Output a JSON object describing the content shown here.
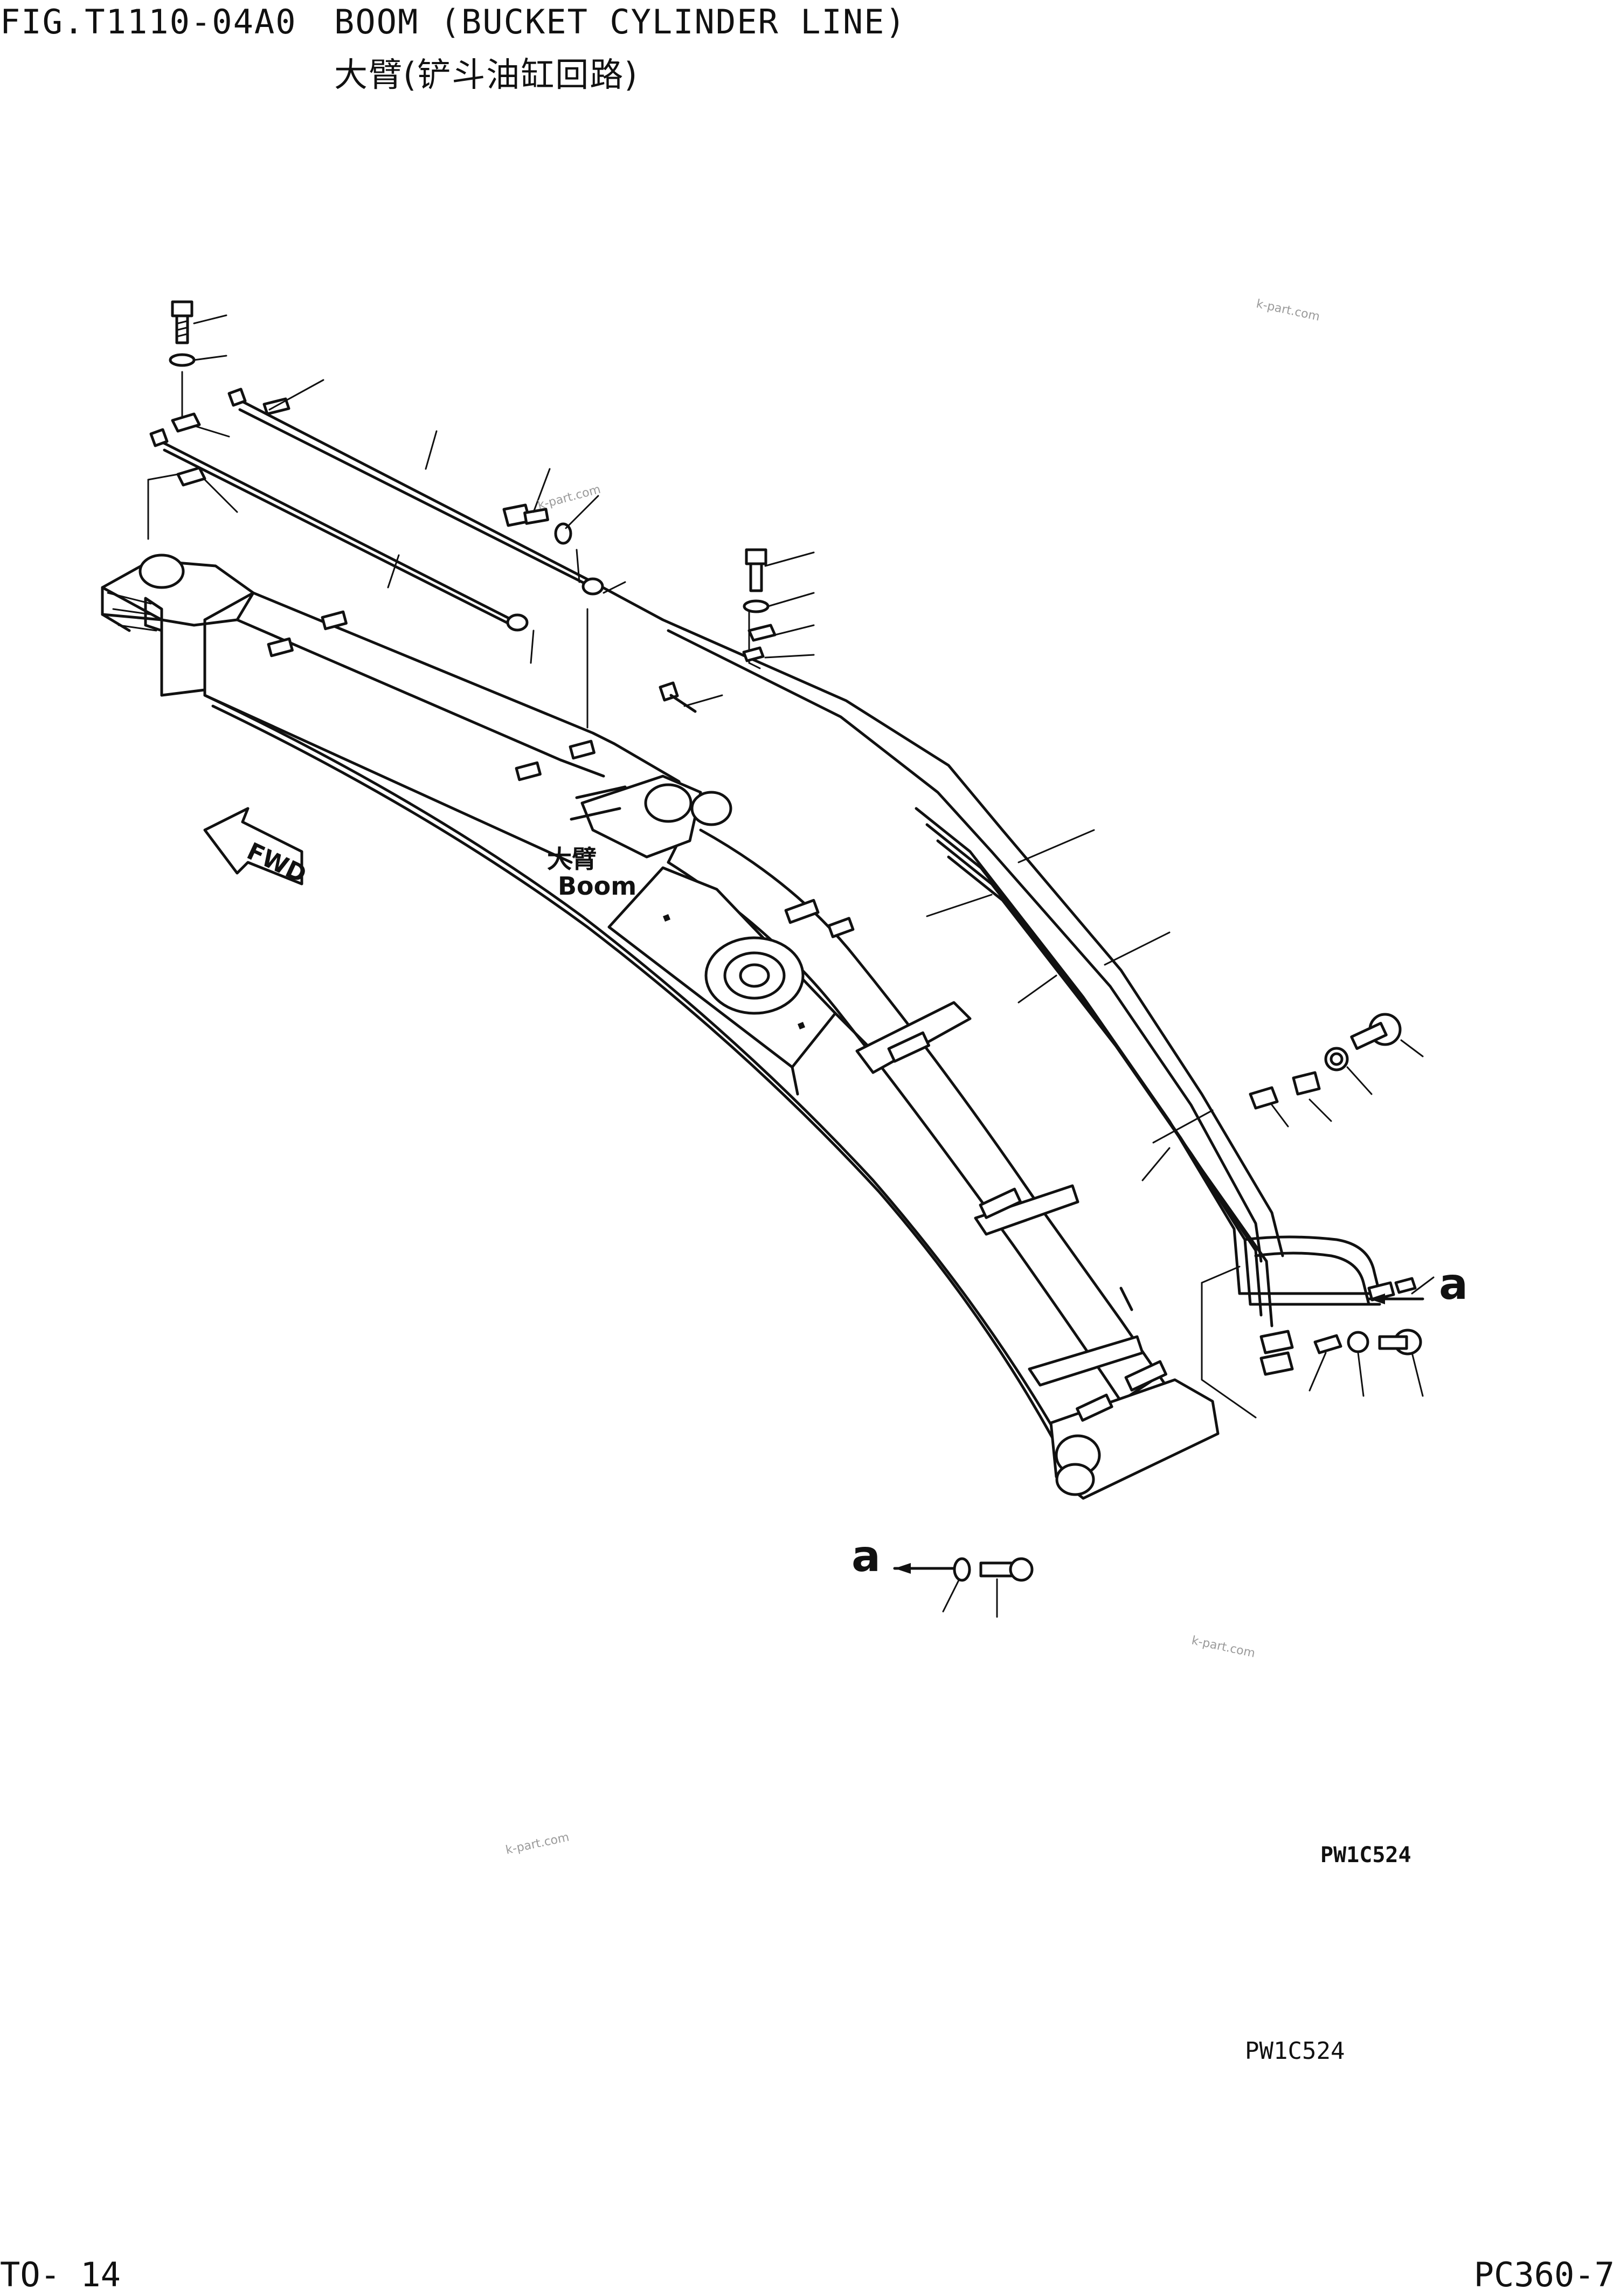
{
  "header": {
    "fig_number": "FIG.T1110-04A0",
    "title_en": "BOOM (BUCKET CYLINDER LINE)",
    "title_cn": "大臂(铲斗油缸回路)"
  },
  "diagram": {
    "fwd_label": "FWD",
    "boom_label_cn": "大臂",
    "boom_label_en": "Boom",
    "detail_mark_right": "a",
    "detail_mark_lower": "a",
    "drawing_code_bold": "PW1C524",
    "drawing_code_plain": "PW1C524",
    "watermarks": [
      "k-part.com",
      "k-part.com",
      "k-part.com",
      "k-part.com"
    ]
  },
  "footer": {
    "page_ref": "TO-  14",
    "model": "PC360-7"
  }
}
